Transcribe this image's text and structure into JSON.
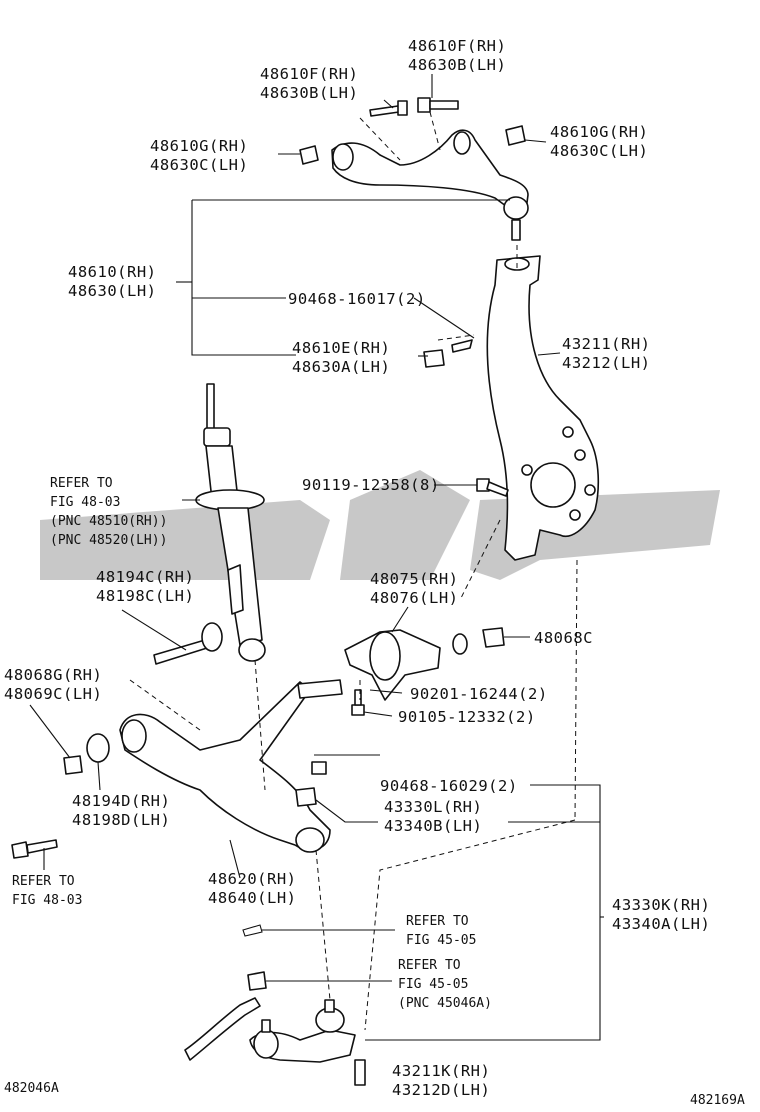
{
  "colors": {
    "ink": "#111111",
    "watermark": "#9a9a9a",
    "background": "#ffffff"
  },
  "labels": {
    "l01": [
      "48610F(RH)",
      "48630B(LH)"
    ],
    "l02": [
      "48610F(RH)",
      "48630B(LH)"
    ],
    "l03": [
      "48610G(RH)",
      "48630C(LH)"
    ],
    "l04": [
      "48610G(RH)",
      "48630C(LH)"
    ],
    "l05": [
      "48610(RH)",
      "48630(LH)"
    ],
    "l06": [
      "90468-16017(2)"
    ],
    "l07": [
      "48610E(RH)",
      "48630A(LH)"
    ],
    "l08": [
      "43211(RH)",
      "43212(LH)"
    ],
    "l09": [
      "90119-12358(8)"
    ],
    "l10": [
      "REFER TO",
      "FIG 48-03",
      "(PNC 48510(RH))",
      "(PNC 48520(LH))"
    ],
    "l11": [
      "48194C(RH)",
      "48198C(LH)"
    ],
    "l12": [
      "48075(RH)",
      "48076(LH)"
    ],
    "l13": [
      "48068C"
    ],
    "l14": [
      "48068G(RH)",
      "48069C(LH)"
    ],
    "l15": [
      "90201-16244(2)"
    ],
    "l16": [
      "90105-12332(2)"
    ],
    "l17": [
      "90468-16029(2)"
    ],
    "l18": [
      "43330L(RH)",
      "43340B(LH)"
    ],
    "l19": [
      "48194D(RH)",
      "48198D(LH)"
    ],
    "l20": [
      "REFER TO",
      "FIG 48-03"
    ],
    "l21": [
      "48620(RH)",
      "48640(LH)"
    ],
    "l22": [
      "43330K(RH)",
      "43340A(LH)"
    ],
    "l23": [
      "REFER TO",
      "FIG 45-05"
    ],
    "l24": [
      "REFER TO",
      "FIG 45-05",
      "(PNC 45046A)"
    ],
    "l25": [
      "43211K(RH)",
      "43212D(LH)"
    ]
  },
  "footer": {
    "left_code": "482046A",
    "right_code": "482169A"
  }
}
